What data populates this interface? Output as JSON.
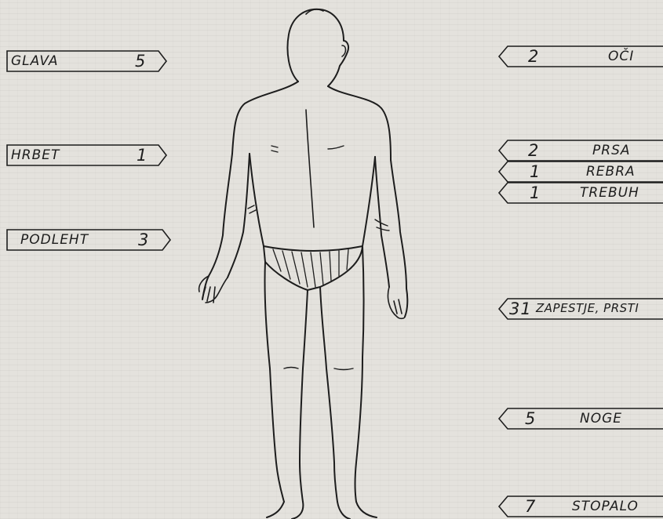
{
  "labels_left": [
    {
      "name": "GLAVA",
      "count": "5"
    },
    {
      "name": "HRBET",
      "count": "1"
    },
    {
      "name": "PODLEHT",
      "count": "3"
    }
  ],
  "labels_right": [
    {
      "count": "2",
      "name": "OČI"
    },
    {
      "count": "2",
      "name": "PRSA"
    },
    {
      "count": "1",
      "name": "REBRA"
    },
    {
      "count": "1",
      "name": "TREBUH"
    },
    {
      "count": "31",
      "name": "ZAPESTJE, PRSTI"
    },
    {
      "count": "5",
      "name": "NOGE"
    },
    {
      "count": "7",
      "name": "STOPALO"
    }
  ],
  "colors": {
    "paper": "#e4e2dd",
    "ink": "#1d1d1d"
  }
}
